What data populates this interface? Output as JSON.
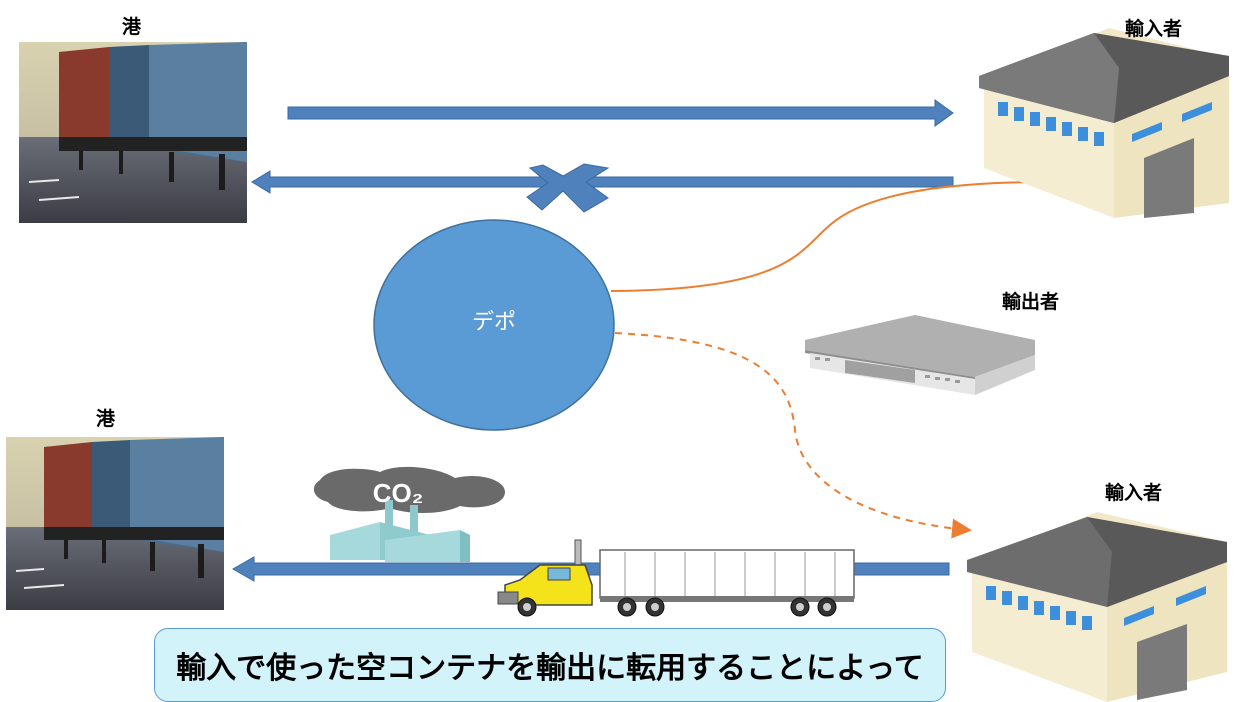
{
  "labels": {
    "port_top": "港",
    "port_bottom": "港",
    "importer_top": "輸入者",
    "exporter": "輸出者",
    "importer_bottom": "輸入者",
    "depot": "デポ",
    "co2": "CO₂"
  },
  "caption": "輸入で使った空コンテナを輸出に転用することによって",
  "colors": {
    "arrow_blue": "#4f81bd",
    "depot_fill": "#5b9bd5",
    "route_orange": "#ed7d31",
    "caption_bg": "#d3f3fb"
  },
  "icons": [
    "port-photo",
    "warehouse-icon",
    "truck-icon",
    "factory-co2-icon",
    "cross-mark-icon"
  ]
}
